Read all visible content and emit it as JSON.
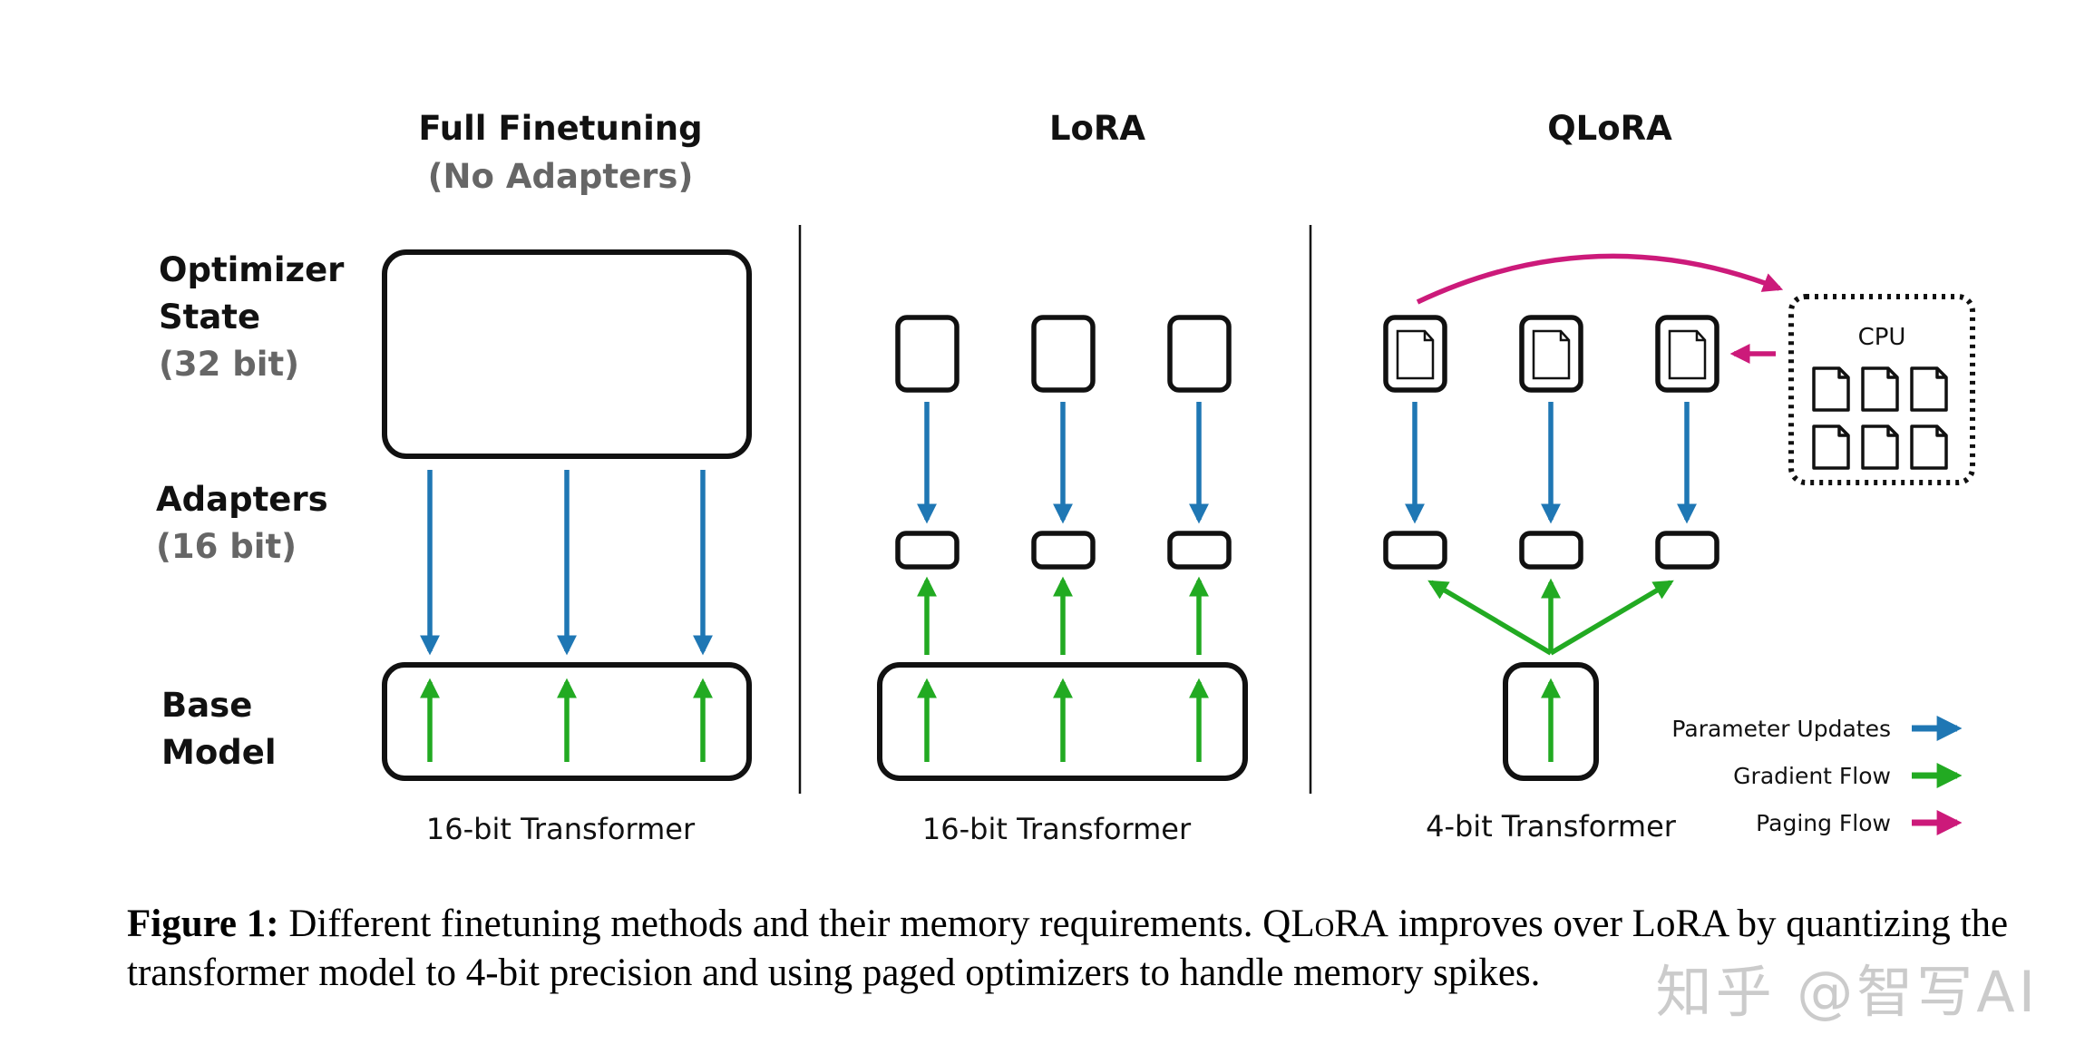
{
  "columns": {
    "full": {
      "title": "Full Finetuning",
      "subtitle": "(No Adapters)",
      "footer": "16-bit Transformer"
    },
    "lora": {
      "title": "LoRA",
      "footer": "16-bit Transformer"
    },
    "qlora": {
      "title": "QLoRA",
      "footer": "4-bit Transformer",
      "cpu_label": "CPU"
    }
  },
  "rows": {
    "optimizer": {
      "line1": "Optimizer",
      "line2": "State",
      "bits": "(32 bit)"
    },
    "adapters": {
      "line1": "Adapters",
      "bits": "(16 bit)"
    },
    "base": {
      "line1": "Base",
      "line2": "Model"
    }
  },
  "legend": [
    {
      "label": "Parameter Updates",
      "color": "#1f77b4",
      "icon": "blue-arrow-icon"
    },
    {
      "label": "Gradient Flow",
      "color": "#22aa22",
      "icon": "green-arrow-icon"
    },
    {
      "label": "Paging Flow",
      "color": "#cc1a7a",
      "icon": "magenta-arrow-icon"
    }
  ],
  "caption": {
    "fig": "Figure 1:",
    "text1": "Different finetuning methods and their memory requirements. Q",
    "sc": "LoRA",
    "text2": " improves over LoRA by quantizing the transformer model to 4-bit precision and using paged optimizers to handle memory spikes."
  },
  "watermark": "知乎 @智写AI",
  "colors": {
    "blue": "#1f77b4",
    "green": "#22aa22",
    "magenta": "#cc1a7a",
    "stroke": "#111111"
  }
}
